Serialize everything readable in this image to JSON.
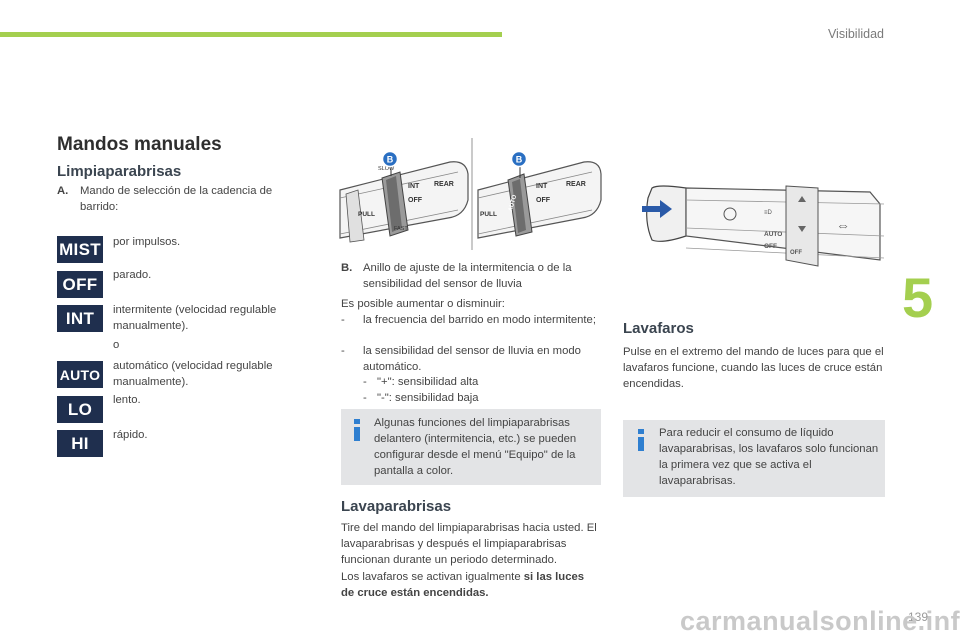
{
  "header": {
    "section_title": "Visibilidad"
  },
  "chapter_number": "5",
  "main_title": "Mandos manuales",
  "wipers": {
    "title": "Limpiaparabrisas",
    "item_a_label": "A.",
    "item_a_text": "Mando de selección de la cadencia de barrido:",
    "modes": [
      {
        "badge": "MIST",
        "text": "por impulsos."
      },
      {
        "badge": "OFF",
        "text": "parado."
      },
      {
        "badge": "INT",
        "text": "intermitente (velocidad regulable manualmente)."
      },
      {
        "badge": "AUTO",
        "text": "automático (velocidad regulable manualmente)."
      },
      {
        "badge": "LO",
        "text": "lento."
      },
      {
        "badge": "HI",
        "text": "rápido."
      }
    ],
    "or_text": "o"
  },
  "stalk_images": {
    "marker": "B",
    "labels": {
      "int": "INT",
      "off": "OFF",
      "rear": "REAR",
      "auto": "AUTO",
      "pull": "PULL",
      "slow": "SLOW",
      "fast": "FAST"
    }
  },
  "ring": {
    "label": "B.",
    "text": "Anillo de ajuste de la intermitencia o de la sensibilidad del sensor de lluvia",
    "intro": "Es posible aumentar o disminuir:",
    "bullets": [
      "la frecuencia del barrido en modo intermitente;",
      "la sensibilidad del sensor de lluvia en modo automático."
    ],
    "sub_bullets": [
      "\"+\": sensibilidad alta",
      "\"-\": sensibilidad baja"
    ]
  },
  "info_left": {
    "text": "Algunas funciones del limpiaparabrisas delantero (intermitencia, etc.) se pueden configurar desde el menú \"Equipo\" de la pantalla a color."
  },
  "washer": {
    "title": "Lavaparabrisas",
    "text": "Tire del mando del limpiaparabrisas hacia usted. El lavaparabrisas y después el limpiaparabrisas funcionan durante un periodo determinado.",
    "text2_plain": "Los lavafaros se activan igualmente ",
    "text2_bold1": "si las luces",
    "text2_bold2": "de cruce están encendidas."
  },
  "headlamp_stalk": {
    "labels": {
      "auto": "AUTO",
      "off": "OFF"
    }
  },
  "headlamp_washer": {
    "title": "Lavafaros",
    "text": "Pulse en el extremo del mando de luces para que el lavafaros funcione, cuando las luces de cruce están encendidas."
  },
  "info_right": {
    "text": "Para reducir el consumo de líquido lavaparabrisas, los lavafaros solo funcionan la primera vez que se activa el lavaparabrisas."
  },
  "footer": {
    "page_number": "139",
    "watermark": "carmanualsonline.info"
  },
  "colors": {
    "accent_green": "#a4cf4f",
    "badge_navy": "#1f2f4e",
    "info_blue": "#2f7fd0",
    "info_bg": "#e3e4e6"
  }
}
